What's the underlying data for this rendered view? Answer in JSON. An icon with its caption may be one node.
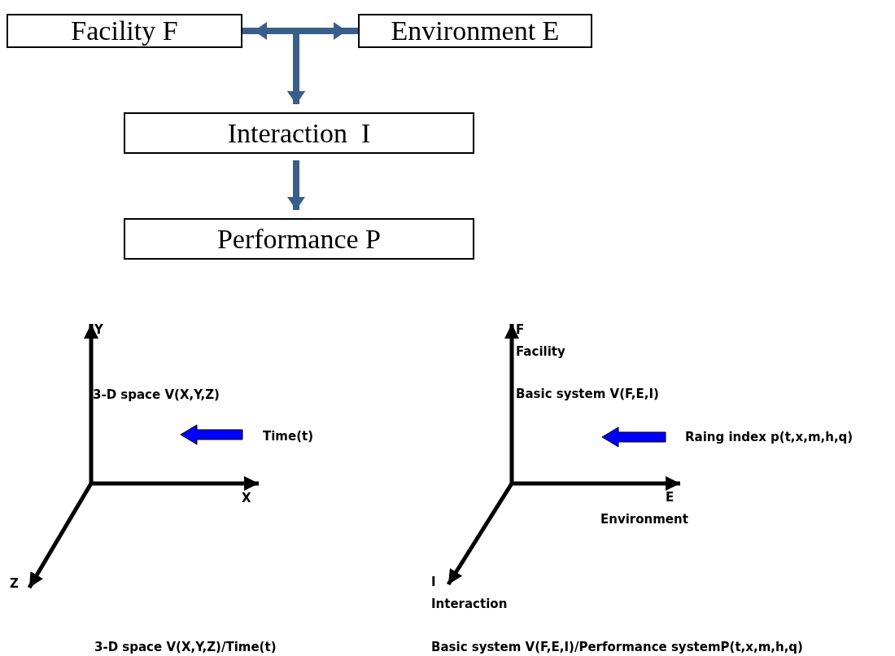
{
  "diagram": {
    "nodes": [
      {
        "text": [
          "Facility F"
        ]
      },
      {
        "text": [
          "Environment E"
        ]
      },
      {
        "text": [
          "Interaction  I"
        ]
      },
      {
        "text": [
          "Performance P"
        ]
      }
    ],
    "edges": [
      {
        "from": 0,
        "to": 1,
        "arrow": "both"
      },
      {
        "from": 0,
        "to": 2,
        "arrow": "to"
      },
      {
        "from": 1,
        "to": 2,
        "arrow": "to"
      },
      {
        "from": 2,
        "to": 3,
        "arrow": "to"
      }
    ],
    "labels": [
      "Y",
      "F",
      "Facility",
      "3-D space V(X,Y,Z)",
      "Basic system V(F,E,I)",
      "Time(t)",
      "Raing index p(t,x,m,h,q)",
      "X",
      "E",
      "Environment",
      "Z",
      "I",
      "Interaction",
      "3-D space V(X,Y,Z)/Time(t)",
      "Basic system V(F,E,I)/Performance systemP(t,x,m,h,q)"
    ]
  }
}
